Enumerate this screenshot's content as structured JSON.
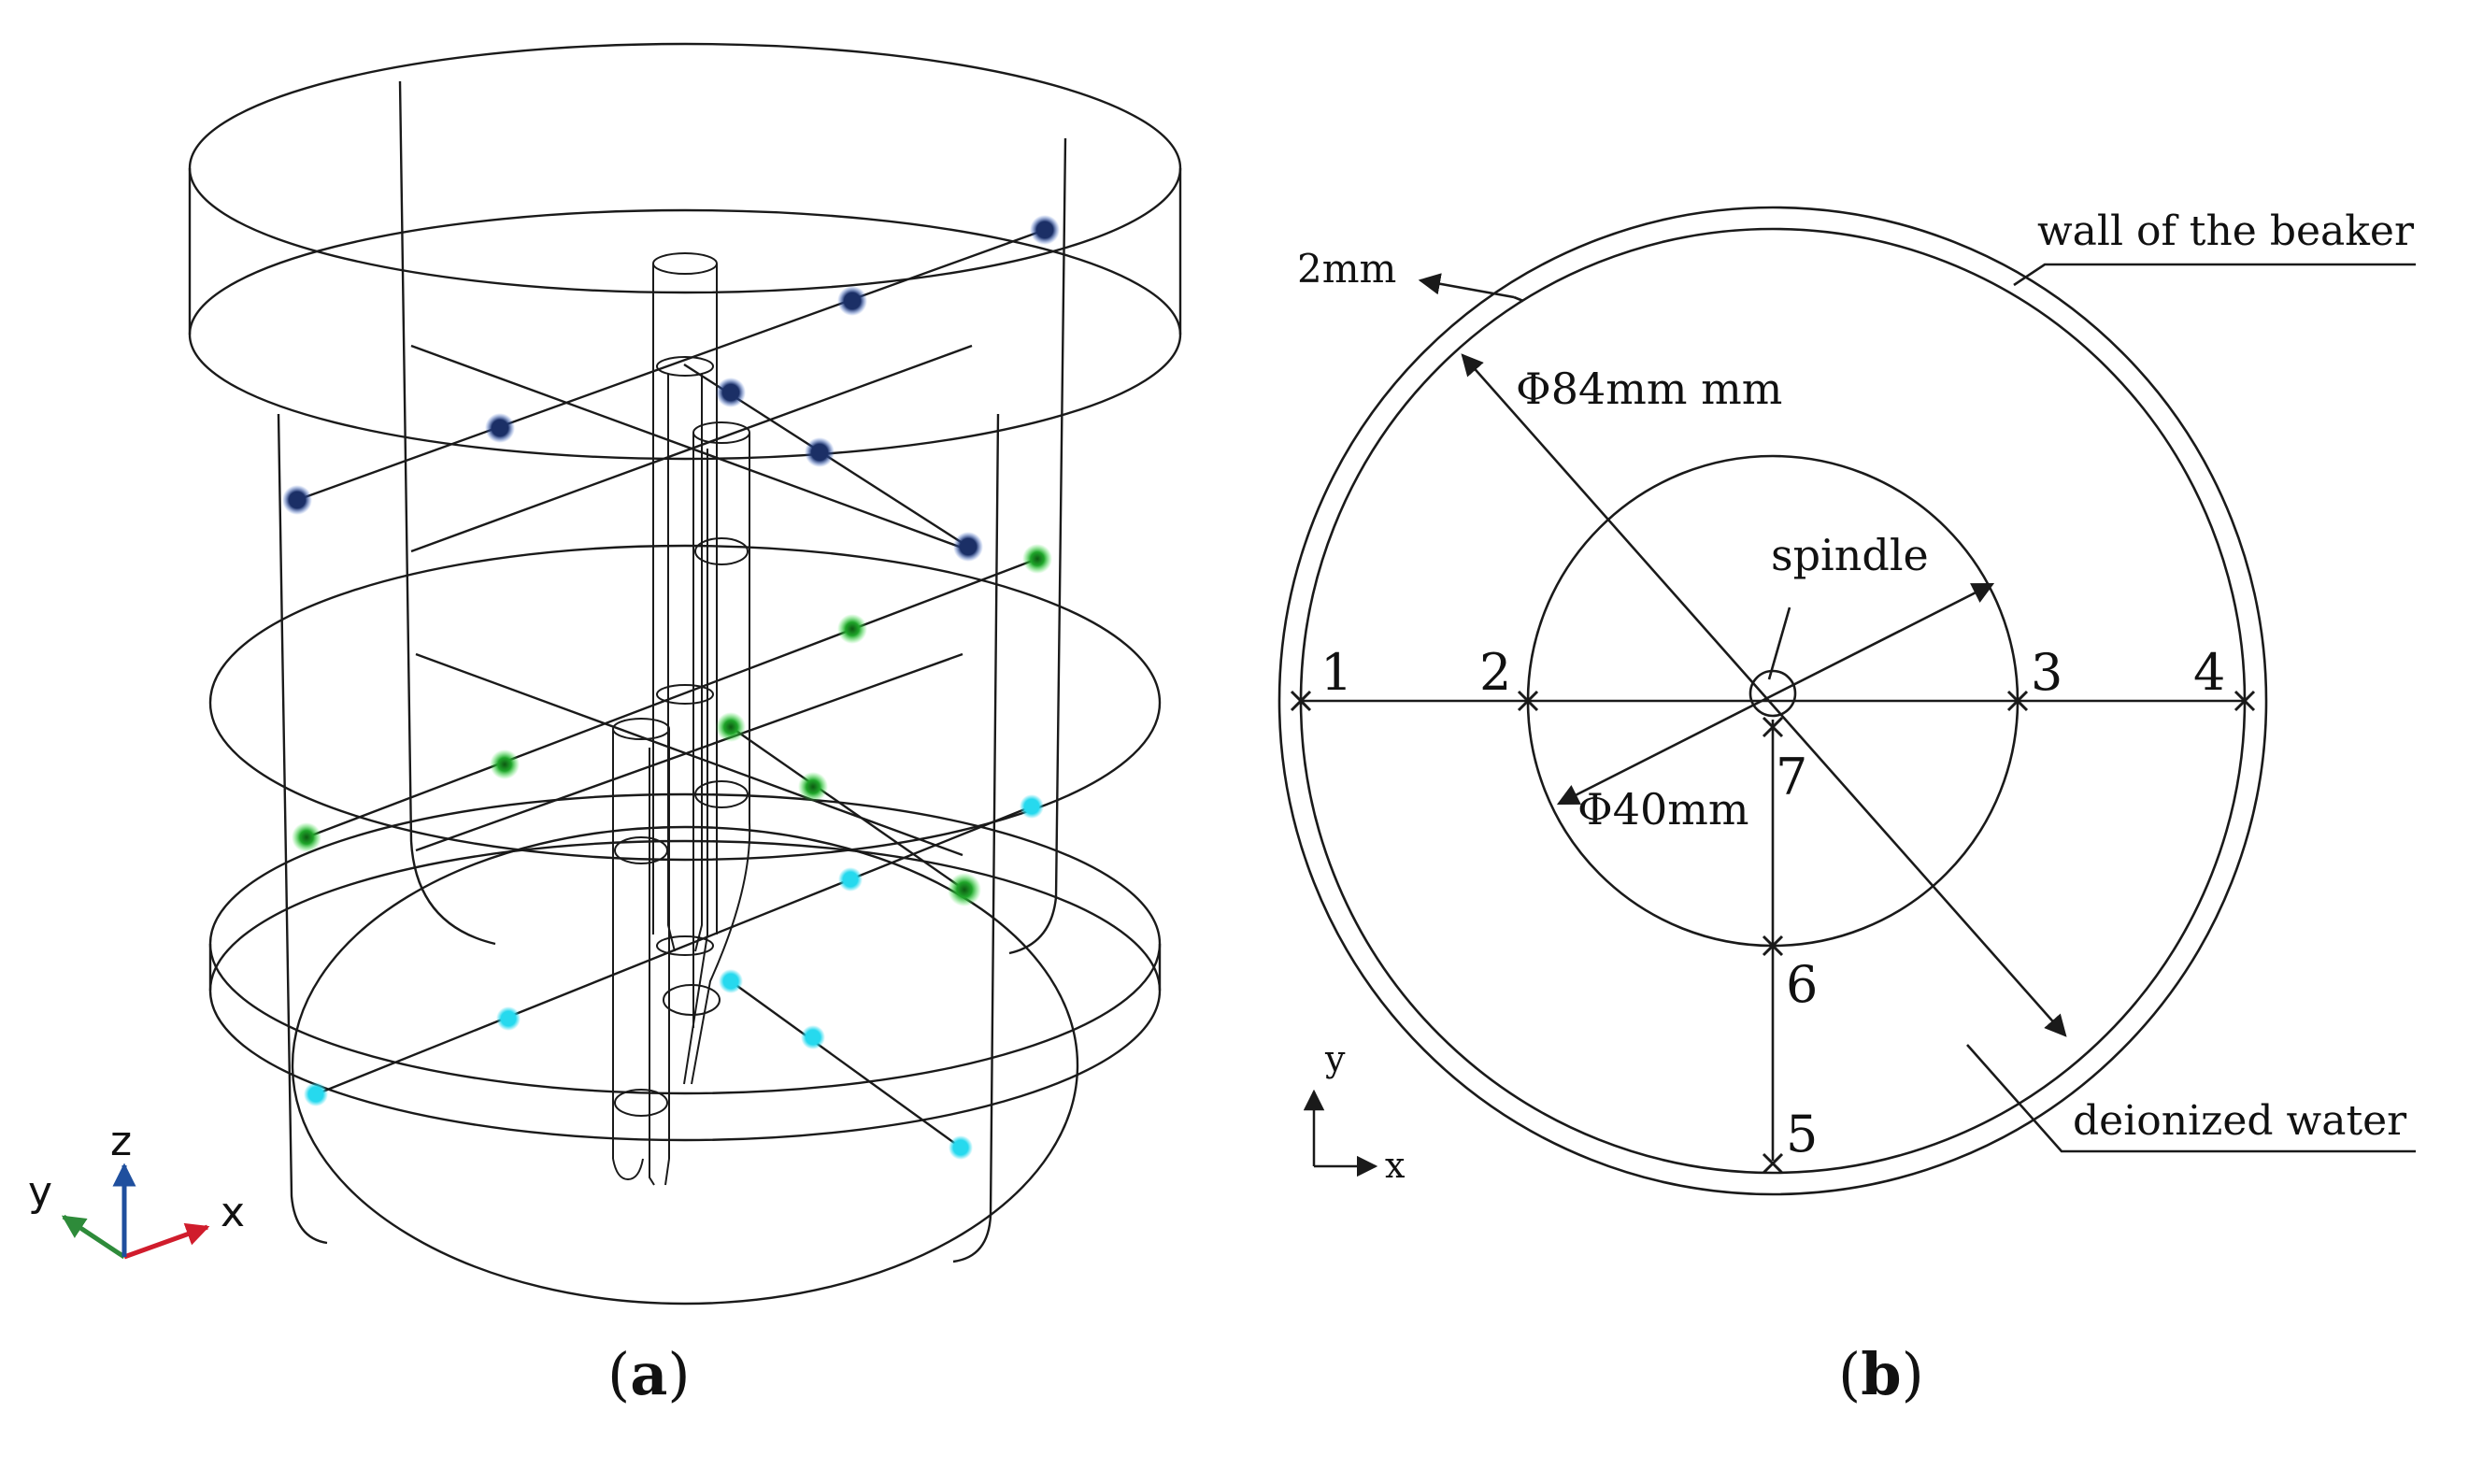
{
  "panel_a": {
    "caption_open": "(",
    "caption_letter": "a",
    "caption_close": ")",
    "axes": {
      "x": "x",
      "y": "y",
      "z": "z"
    },
    "axis_colors": {
      "x": "#d01c2c",
      "y": "#2e8b3a",
      "z": "#1f4f9e"
    },
    "point_colors": {
      "top": "#1b2f66",
      "middle": "#1fa52a",
      "bottom": "#26d9ee"
    }
  },
  "panel_b": {
    "caption_open": "(",
    "caption_letter": "b",
    "caption_close": ")",
    "labels": {
      "wall_thickness": "2mm",
      "outer_diameter": "Φ84mm mm",
      "spindle": "spindle",
      "inner_diameter": "Φ40mm",
      "wall": "wall of the beaker",
      "water": "deionized water"
    },
    "points": [
      "1",
      "2",
      "3",
      "4",
      "5",
      "6",
      "7"
    ],
    "axes": {
      "x": "x",
      "y": "y"
    }
  }
}
